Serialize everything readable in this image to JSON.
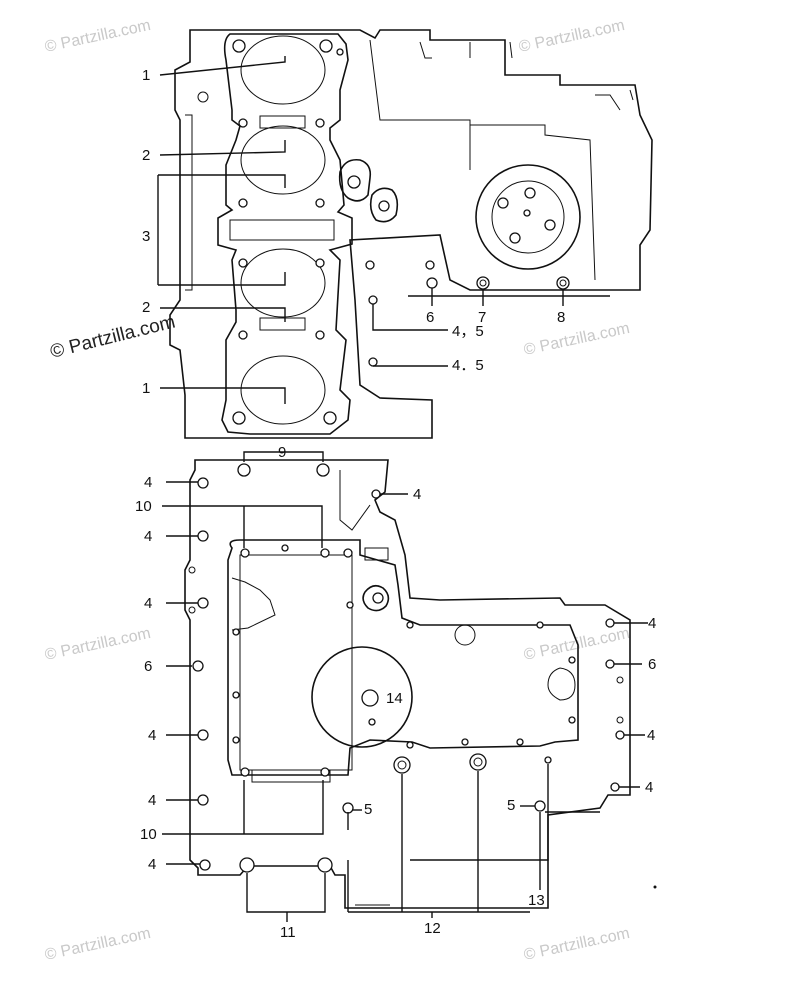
{
  "watermark": {
    "main": "© Partzilla.com",
    "faint": "© Partzilla.com"
  },
  "callouts": {
    "c1_top": "1",
    "c2_top": "2",
    "c3": "3",
    "c2_mid": "2",
    "c1_bottom": "1",
    "c6_upper": "6",
    "c7": "7",
    "c8": "8",
    "c45_a": "4，5",
    "c45_b": "4．5",
    "c9": "9",
    "c4_r1": "4",
    "c10_top": "10",
    "c4_l1": "4",
    "c4_l2": "4",
    "c4_l3": "4",
    "c6_left": "6",
    "c14": "14",
    "c4_l4": "4",
    "c4_r2": "4",
    "c6_right": "6",
    "c4_r3": "4",
    "c4_r4": "4",
    "c4_l5": "4",
    "c5_mid": "5",
    "c5_right": "5",
    "c10_bottom": "10",
    "c4_l6": "4",
    "c13": "13",
    "c11": "11",
    "c12": "12"
  }
}
